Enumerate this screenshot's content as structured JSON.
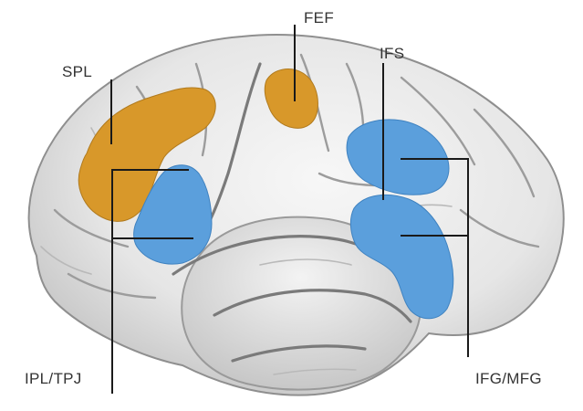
{
  "labels": {
    "spl": "SPL",
    "fef": "FEF",
    "ifs": "IFS",
    "ipl_tpj": "IPL/TPJ",
    "ifg_mfg": "IFG/MFG"
  },
  "colors": {
    "dorsal_network": "#d8982a",
    "ventral_network": "#5b9fdc",
    "brain_surface": "#e9e9e9",
    "leader_lines": "#1a1a1a"
  }
}
